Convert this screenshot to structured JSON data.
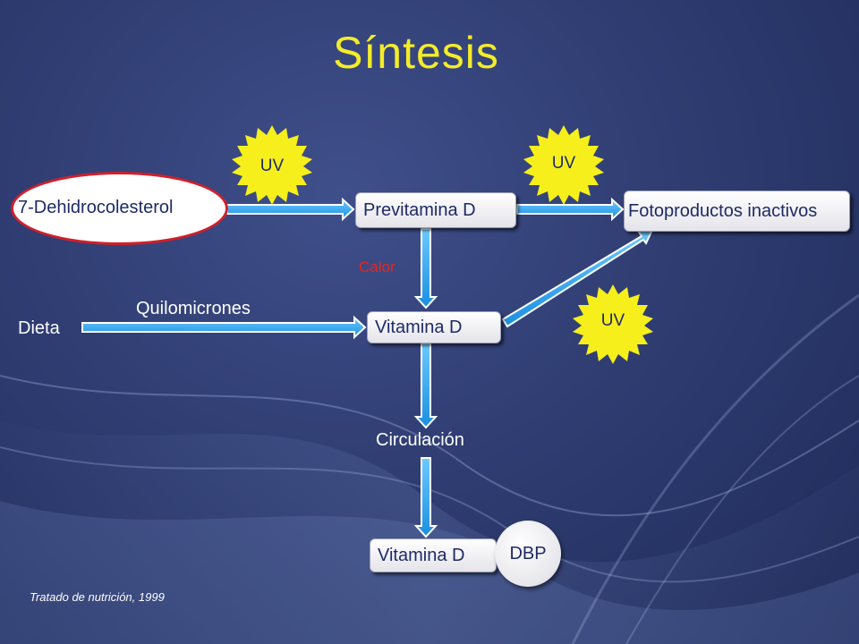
{
  "title": "Síntesis",
  "nodes": {
    "dehidro": "7-Dehidrocolesterol",
    "previtamina": "Previtamina D",
    "fotoproductos": "Fotoproductos inactivos",
    "vitamina_d_mid": "Vitamina D",
    "vitamina_d_bottom": "Vitamina D",
    "dbp": "DBP"
  },
  "labels": {
    "dieta": "Dieta",
    "quilomicrones": "Quilomicrones",
    "calor": "Calor",
    "circulacion": "Circulación"
  },
  "uv": {
    "sun1": "UV",
    "sun2": "UV",
    "sun3": "UV"
  },
  "source": "Tratado de nutrición, 1999",
  "colors": {
    "title": "#f3ec2a",
    "arrow_fill": "#2aa7ee",
    "sun": "#f6ef1c",
    "calor": "#e8241f",
    "oval_border": "#d11f2b"
  }
}
